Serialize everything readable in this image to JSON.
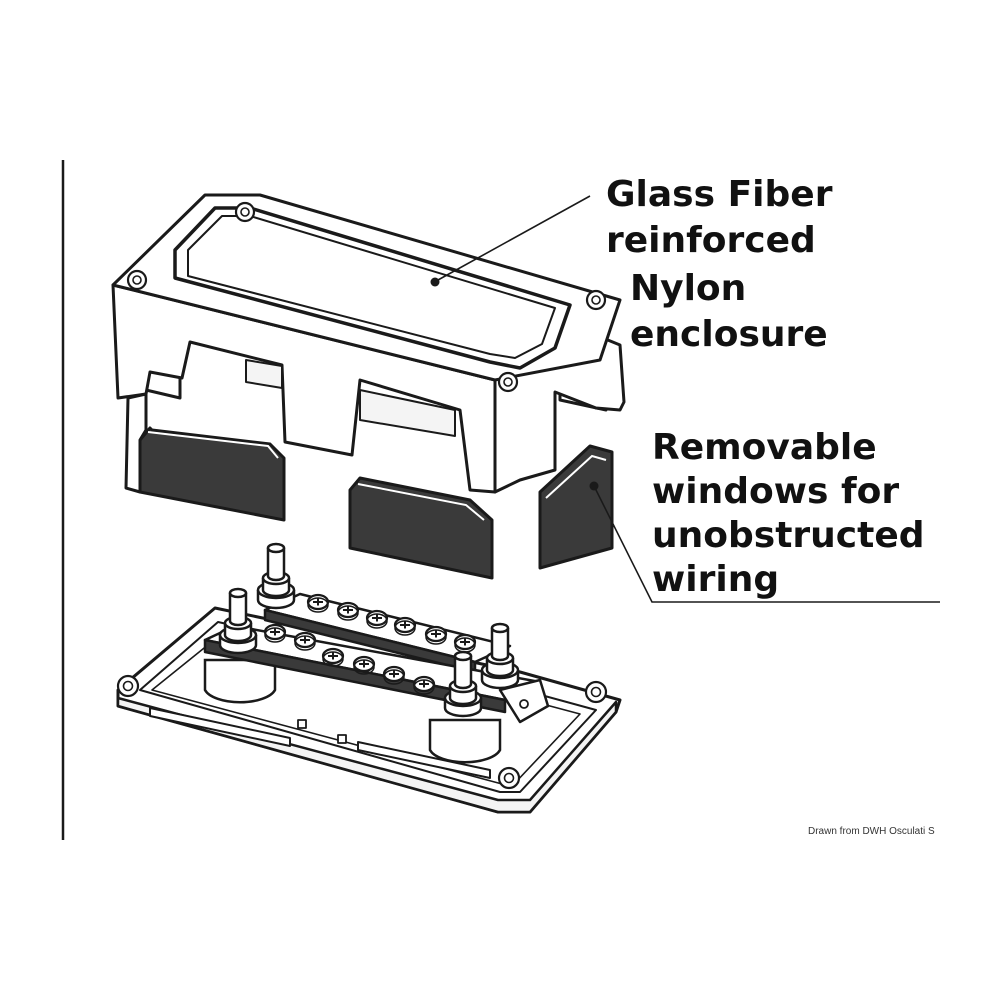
{
  "labels": {
    "glass_fiber": [
      "Glass Fiber",
      "reinforced"
    ],
    "nylon": [
      "Nylon",
      "enclosure"
    ],
    "windows": [
      "Removable",
      "windows for",
      "unobstructed",
      "wiring"
    ]
  },
  "credit": "Drawn from DWH Osculati S",
  "colors": {
    "ink": "#1a1a1a",
    "fill_dark": "#3a3a3a",
    "fill_light": "#f4f4f4",
    "text": "#111111"
  },
  "icons": [
    "screw-icon",
    "stud-terminal-icon"
  ]
}
